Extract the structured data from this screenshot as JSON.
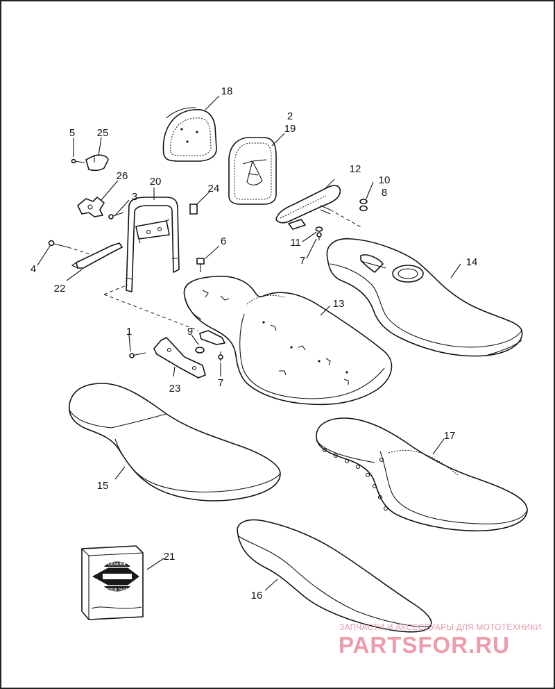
{
  "callouts": {
    "n1": "1",
    "n2": "2",
    "n3": "3",
    "n4": "4",
    "n5": "5",
    "n6": "6",
    "n7a": "7",
    "n7b": "7",
    "n8": "8",
    "n9": "9",
    "n10": "10",
    "n11": "11",
    "n12": "12",
    "n13": "13",
    "n14": "14",
    "n15": "15",
    "n16": "16",
    "n17": "17",
    "n18": "18",
    "n19": "19",
    "n20": "20",
    "n21": "21",
    "n22": "22",
    "n23": "23",
    "n24": "24",
    "n25": "25",
    "n26": "26"
  },
  "badge": {
    "top": "GENUINE",
    "bottom": "MOTOR PARTS"
  },
  "watermark": {
    "tagline": "ЗАПЧАСТИ И АКСЕССУАРЫ ДЛЯ МОТОТЕХНИКИ",
    "brand": "PARTSFOR.RU",
    "color": "#ec8a9c"
  }
}
